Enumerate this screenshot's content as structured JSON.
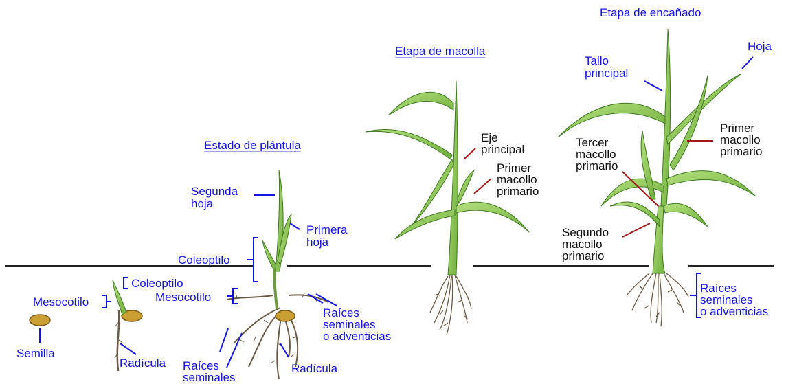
{
  "colors": {
    "label_blue": "#1414e0",
    "pointer_red": "#a11818",
    "ground": "#222222",
    "leaf": "#8fca5a",
    "leaf_dark": "#3f7a22",
    "seed": "#caa035",
    "root": "#6b5a45"
  },
  "titles": {
    "seedling": "Estado de plántula",
    "tillering": "Etapa de macolla",
    "jointing": "Etapa de encañado"
  },
  "stage1": {
    "seed": "Semilla"
  },
  "stage2": {
    "coleoptile": "Coleoptilo",
    "mesocotyl": "Mesocotilo",
    "radicle": "Radícula"
  },
  "stage3": {
    "second_leaf": "Segunda\nhoja",
    "first_leaf": "Primera\nhoja",
    "coleoptile": "Coleoptilo",
    "mesocotyl": "Mesocotilo",
    "adventitious_roots": "Raíces\nseminales\no adventicias",
    "seminal_roots": "Raíces\nseminales",
    "radicle": "Radícula"
  },
  "stage4": {
    "main_axis": "Eje\nprincipal",
    "first_tiller": "Primer\nmacollo\nprimario"
  },
  "stage5": {
    "main_stem": "Tallo\nprincipal",
    "leaf": "Hoja",
    "first_tiller": "Primer\nmacollo\nprimario",
    "third_tiller": "Tercer\nmacollo\nprimario",
    "second_tiller": "Segundo\nmacollo\nprimario",
    "roots": "Raíces\nseminales\no adventicias"
  }
}
